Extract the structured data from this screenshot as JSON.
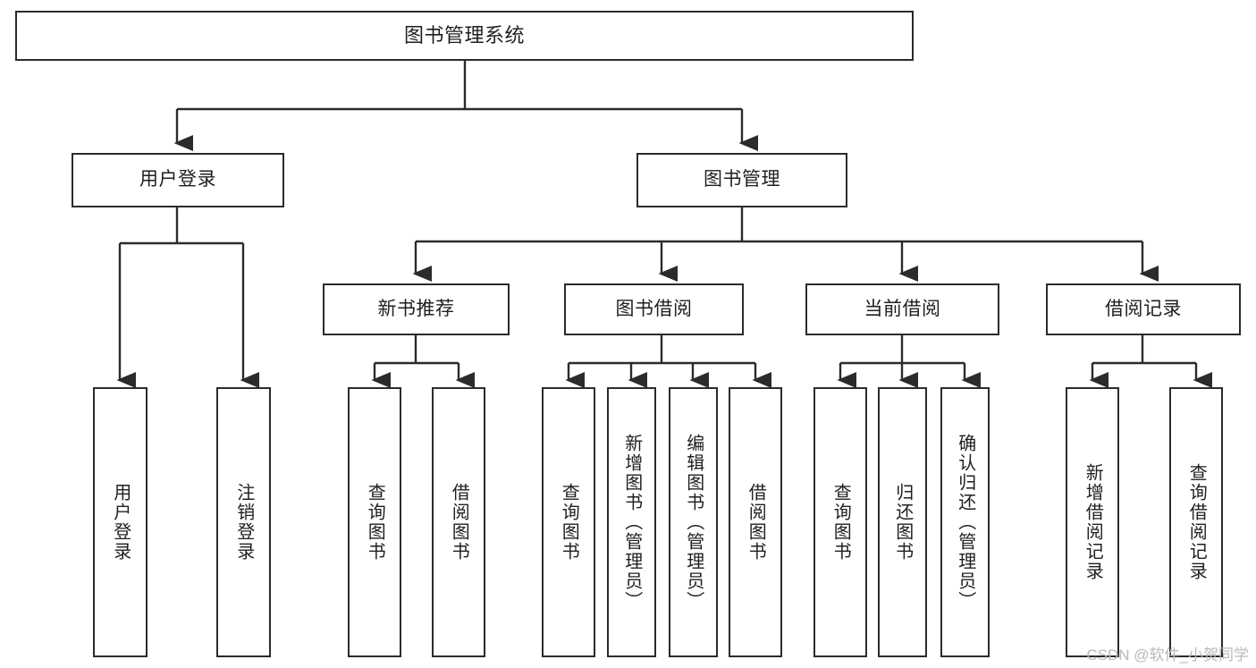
{
  "diagram": {
    "type": "tree",
    "title": "图书管理系统",
    "watermark": "CSDN @软件_小贺同学",
    "nodes": {
      "root": {
        "label": "图书管理系统"
      },
      "level2": [
        {
          "id": "user-login",
          "label": "用户登录"
        },
        {
          "id": "book-management",
          "label": "图书管理"
        }
      ],
      "level3": [
        {
          "id": "new-book-recommend",
          "label": "新书推荐"
        },
        {
          "id": "book-borrow",
          "label": "图书借阅"
        },
        {
          "id": "current-borrow",
          "label": "当前借阅"
        },
        {
          "id": "borrow-record",
          "label": "借阅记录"
        }
      ],
      "leaves": {
        "user_login": [
          {
            "id": "leaf-user-login",
            "label": "用户登录"
          },
          {
            "id": "leaf-logout-login",
            "label": "注销登录"
          }
        ],
        "new_book_recommend": [
          {
            "id": "leaf-query-book-1",
            "label": "查询图书"
          },
          {
            "id": "leaf-borrow-book-1",
            "label": "借阅图书"
          }
        ],
        "book_borrow": [
          {
            "id": "leaf-query-book-2",
            "label": "查询图书"
          },
          {
            "id": "leaf-add-book",
            "label": "新增图书（管理员）"
          },
          {
            "id": "leaf-edit-book",
            "label": "编辑图书（管理员）"
          },
          {
            "id": "leaf-borrow-book-2",
            "label": "借阅图书"
          }
        ],
        "current_borrow": [
          {
            "id": "leaf-query-book-3",
            "label": "查询图书"
          },
          {
            "id": "leaf-return-book",
            "label": "归还图书"
          },
          {
            "id": "leaf-confirm-return",
            "label": "确认归还（管理员）"
          }
        ],
        "borrow_record": [
          {
            "id": "leaf-add-record",
            "label": "新增借阅记录"
          },
          {
            "id": "leaf-query-record",
            "label": "查询借阅记录"
          }
        ]
      }
    },
    "colors": {
      "background": "#ffffff",
      "node_fill": "#ffffff",
      "node_border": "#2b2b2b",
      "edge": "#2b2b2b",
      "text": "#1f1f1f",
      "watermark": "#b9b9b9"
    }
  }
}
